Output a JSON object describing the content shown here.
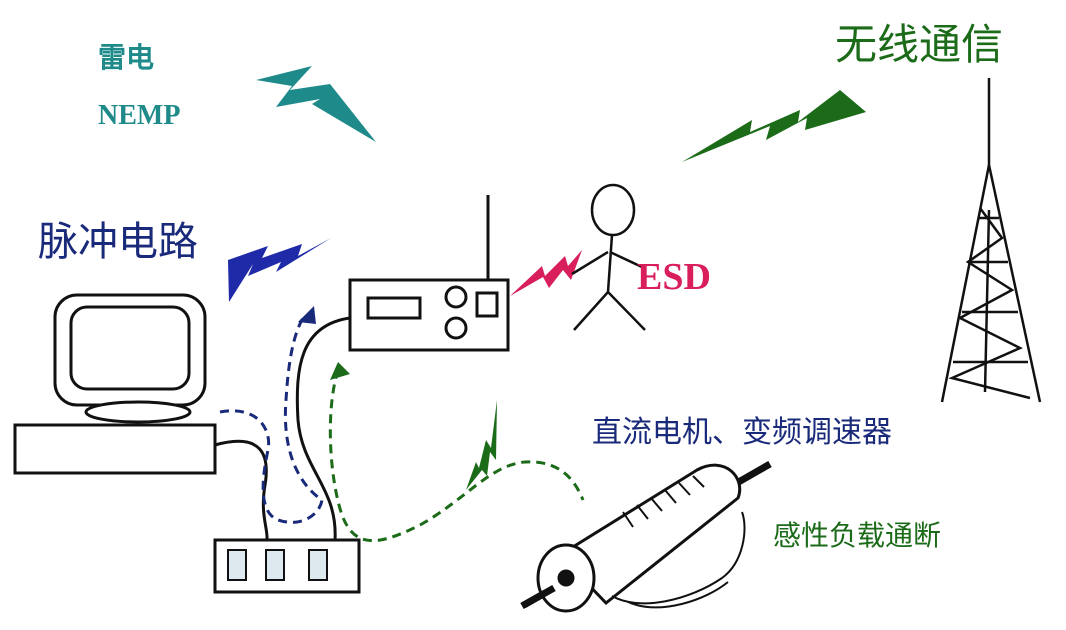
{
  "labels": {
    "lightning": "雷电",
    "nemp": "NEMP",
    "pulse_circuit": "脉冲电路",
    "wireless": "无线通信",
    "esd": "ESD",
    "motor": "直流电机、变频调速器",
    "inductive_load": "感性负载通断"
  },
  "colors": {
    "teal": "#1e8a8a",
    "blue": "#1f2aa8",
    "dark_blue": "#1a2a7a",
    "green": "#1b6b18",
    "magenta": "#d81e5b",
    "line": "#111111"
  }
}
